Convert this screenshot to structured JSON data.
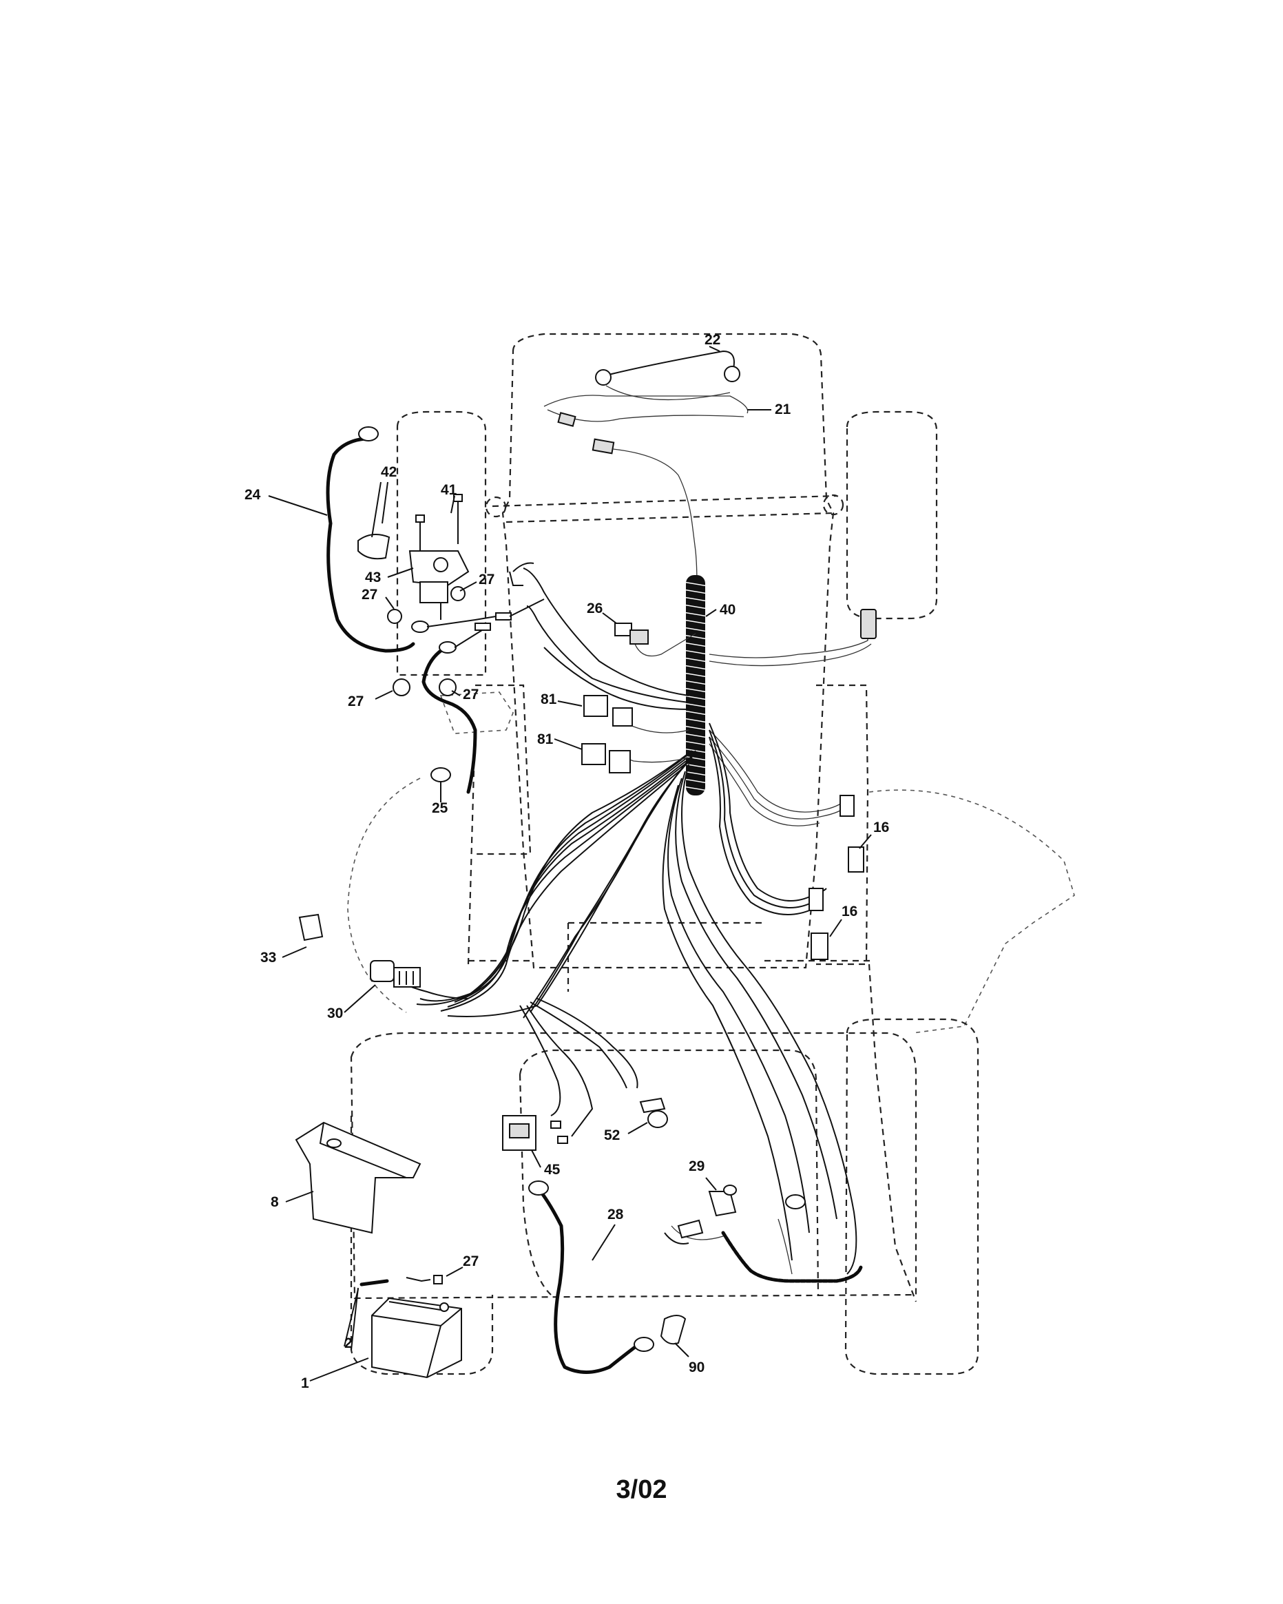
{
  "callouts": {
    "c22": "22",
    "c21": "21",
    "c24": "24",
    "c42": "42",
    "c41": "41",
    "c43": "43",
    "c27a": "27",
    "c27b": "27",
    "c27c": "27",
    "c27d": "27",
    "c27e": "27",
    "c26": "26",
    "c40": "40",
    "c81a": "81",
    "c81b": "81",
    "c25": "25",
    "c16a": "16",
    "c16b": "16",
    "c33": "33",
    "c30": "30",
    "c8": "8",
    "c45": "45",
    "c52": "52",
    "c29": "29",
    "c28": "28",
    "c2": "2",
    "c1": "1",
    "c90": "90"
  },
  "footer": {
    "date_code": "3/02"
  }
}
